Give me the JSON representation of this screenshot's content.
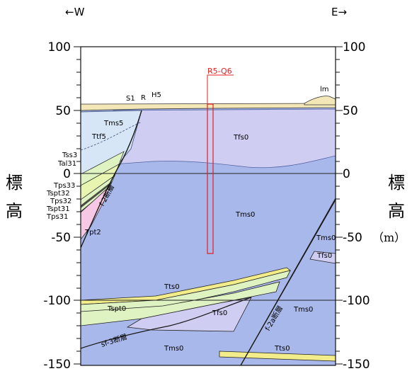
{
  "directions": {
    "west": "←W",
    "east": "E→"
  },
  "axis": {
    "left_ticks": [
      "100",
      "50",
      "0",
      "-50",
      "-100",
      "-150"
    ],
    "right_ticks": [
      "100",
      "50",
      "0",
      "-50",
      "-100",
      "-150"
    ],
    "left_title": [
      "標",
      "高"
    ],
    "right_title": [
      "標",
      "高"
    ],
    "unit": "（m）"
  },
  "borehole": {
    "label": "R5-Q6"
  },
  "units": {
    "S1": "S1",
    "R": "R",
    "H5": "H5",
    "lm": "lm",
    "Tms5": "Tms5",
    "Ttf5": "Ttf5",
    "Tss3": "Tss3",
    "Tal31": "Tal31",
    "Tps33": "Tps33",
    "Tspt32": "Tspt32",
    "Tps32": "Tps32",
    "Tspt31": "Tspt31",
    "Tps31": "Tps31",
    "Tpt2": "Tpt2",
    "Tfs0_upper": "Tfs0",
    "Tms0_main": "Tms0",
    "Tms0_east": "Tms0",
    "Tfs0_east": "Tfs0",
    "Tts0_mid": "Tts0",
    "Tspt0": "Tspt0",
    "Tfs0_lower": "Tfs0",
    "Tms0_lower_east": "Tms0",
    "Tms0_bottom": "Tms0",
    "Tts0_bottom": "Tts0"
  },
  "faults": {
    "f2": "f-2断層",
    "f2a": "f-2a断層",
    "sf3": "sf-3断層"
  },
  "colors": {
    "tms0": "#a9b8ea",
    "tfs0": "#cfcdf2",
    "tms5": "#d6e6f7",
    "sand_green": "#dff2c2",
    "yellow": "#f2ec8a",
    "pink": "#f7c7e6",
    "borehole": "#e02020",
    "surface": "#f3e7b8"
  }
}
